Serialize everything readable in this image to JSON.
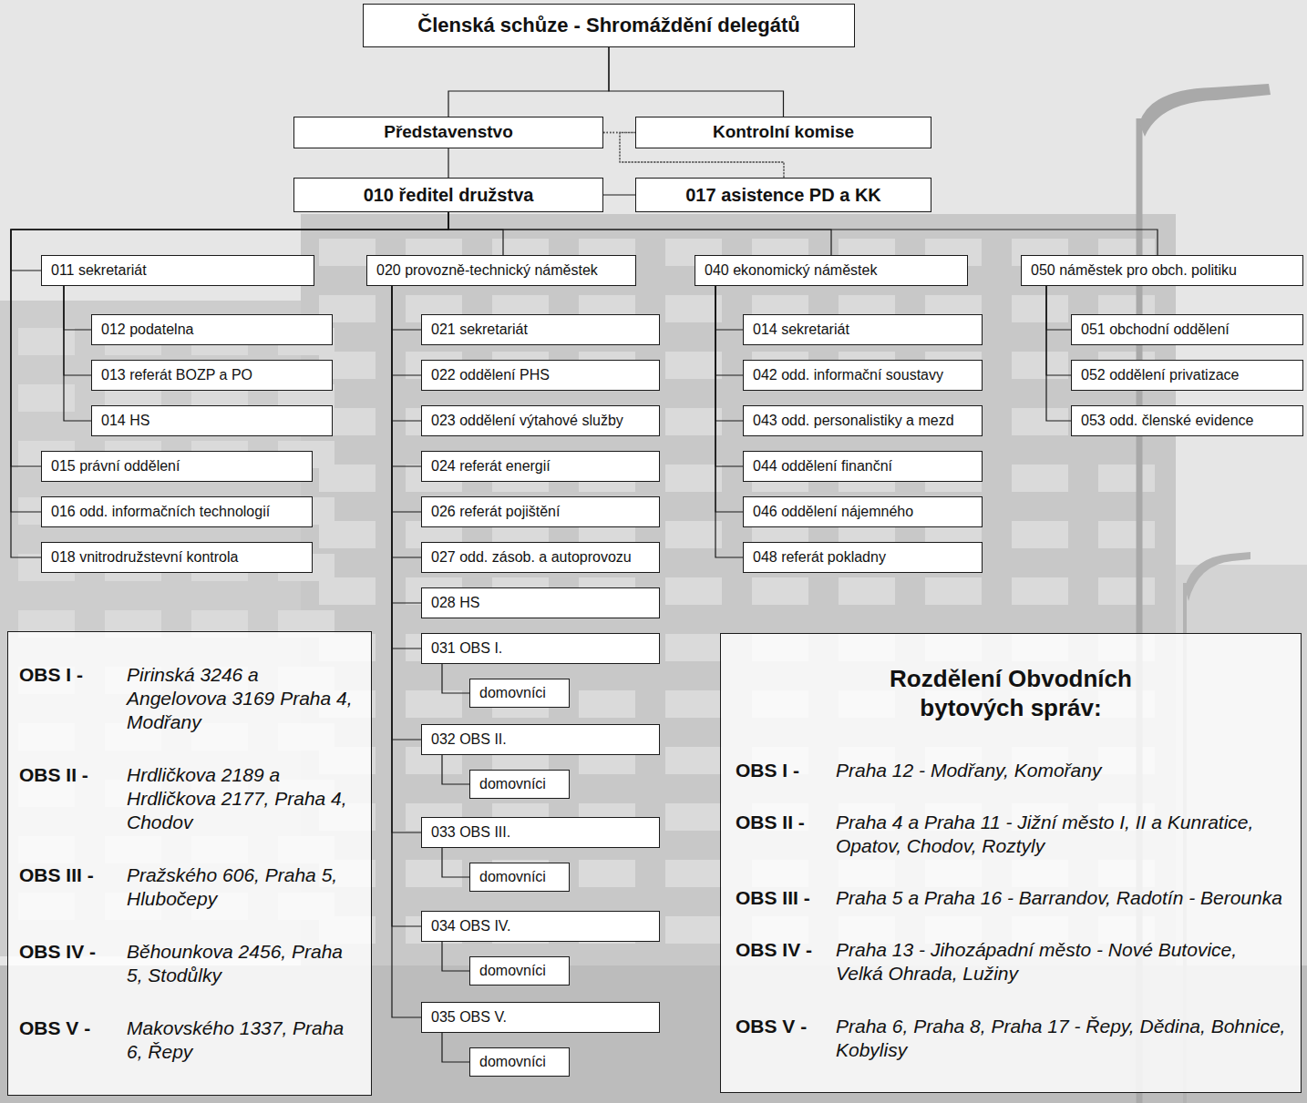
{
  "diagram": {
    "nodes": [
      {
        "text": [
          "Členská schůze - Shromáždění delegátů"
        ]
      },
      {
        "text": [
          "Představenstvo"
        ]
      },
      {
        "text": [
          "Kontrolní komise"
        ]
      },
      {
        "text": [
          "010 ředitel družstva"
        ]
      },
      {
        "text": [
          "017 asistence PD a KK"
        ]
      },
      {
        "text": [
          "011 sekretariát"
        ]
      },
      {
        "text": [
          "020 provozně-technický náměstek"
        ]
      },
      {
        "text": [
          "040 ekonomický náměstek"
        ]
      },
      {
        "text": [
          "050 náměstek pro obch. politiku"
        ]
      },
      {
        "text": [
          "012 podatelna"
        ]
      },
      {
        "text": [
          "013 referát BOZP a PO"
        ]
      },
      {
        "text": [
          "014 HS"
        ]
      },
      {
        "text": [
          "015 právní oddělení"
        ]
      },
      {
        "text": [
          "016 odd. informačních technologií"
        ]
      },
      {
        "text": [
          "018 vnitrodružstevní kontrola"
        ]
      },
      {
        "text": [
          "021 sekretariát"
        ]
      },
      {
        "text": [
          "022 oddělení PHS"
        ]
      },
      {
        "text": [
          "023 oddělení výtahové služby"
        ]
      },
      {
        "text": [
          "024 referát energií"
        ]
      },
      {
        "text": [
          "026 referát pojištění"
        ]
      },
      {
        "text": [
          "027 odd. zásob. a autoprovozu"
        ]
      },
      {
        "text": [
          "028 HS"
        ]
      },
      {
        "text": [
          "031 OBS I."
        ]
      },
      {
        "text": [
          "domovníci"
        ]
      },
      {
        "text": [
          "032 OBS II."
        ]
      },
      {
        "text": [
          "domovníci"
        ]
      },
      {
        "text": [
          "033 OBS III."
        ]
      },
      {
        "text": [
          "domovníci"
        ]
      },
      {
        "text": [
          "034 OBS IV."
        ]
      },
      {
        "text": [
          "domovníci"
        ]
      },
      {
        "text": [
          "035 OBS V."
        ]
      },
      {
        "text": [
          "domovníci"
        ]
      },
      {
        "text": [
          "014 sekretariát"
        ]
      },
      {
        "text": [
          "042 odd. informační soustavy"
        ]
      },
      {
        "text": [
          "043 odd. personalistiky a mezd"
        ]
      },
      {
        "text": [
          "044 oddělení finanční"
        ]
      },
      {
        "text": [
          "046 oddělení nájemného"
        ]
      },
      {
        "text": [
          "048 referát pokladny"
        ]
      },
      {
        "text": [
          "051 obchodní oddělení"
        ]
      },
      {
        "text": [
          "052 oddělení privatizace"
        ]
      },
      {
        "text": [
          "053 odd. členské evidence"
        ]
      },
      {
        "text": [
          "OBS I -",
          "Pirinská 3246 a Angelovova 3169 Praha 4, Modřany",
          "OBS II -",
          "Hrdličkova 2189 a Hrdličkova 2177, Praha 4, Chodov",
          "OBS III -",
          "Pražského 606, Praha 5, Hlubočepy",
          "OBS IV -",
          "Běhounkova 2456, Praha 5, Stodůlky",
          "OBS V -",
          "Makovského 1337, Praha 6, Řepy"
        ]
      },
      {
        "text": [
          "Rozdělení Obvodních bytových správ:",
          "OBS I -",
          "Praha 12 - Modřany, Komořany",
          "OBS II -",
          "Praha 4 a Praha 11 - Jižní město I, II a Kunratice, Opatov, Chodov, Roztyly",
          "OBS III -",
          "Praha 5 a Praha 16 - Barrandov, Radotín - Berounka",
          "OBS IV -",
          "Praha 13 - Jihozápadní město - Nové Butovice, Velká Ohrada, Lužiny",
          "OBS V -",
          "Praha 6, Praha 8, Praha 17 - Řepy, Dědina, Bohnice, Kobylisy"
        ]
      }
    ],
    "edges": [
      {
        "from": 0,
        "to": 1,
        "arrow": "none"
      },
      {
        "from": 0,
        "to": 2,
        "arrow": "none"
      },
      {
        "from": 1,
        "to": 2,
        "arrow": "none"
      },
      {
        "from": 1,
        "to": 4,
        "arrow": "none"
      },
      {
        "from": 2,
        "to": 4,
        "arrow": "none"
      },
      {
        "from": 1,
        "to": 3,
        "arrow": "none"
      },
      {
        "from": 3,
        "to": 4,
        "arrow": "none"
      },
      {
        "from": 3,
        "to": 5,
        "arrow": "none"
      },
      {
        "from": 3,
        "to": 12,
        "arrow": "none"
      },
      {
        "from": 3,
        "to": 13,
        "arrow": "none"
      },
      {
        "from": 3,
        "to": 14,
        "arrow": "none"
      },
      {
        "from": 3,
        "to": 6,
        "arrow": "none"
      },
      {
        "from": 3,
        "to": 7,
        "arrow": "none"
      },
      {
        "from": 3,
        "to": 8,
        "arrow": "none"
      },
      {
        "from": 5,
        "to": 9,
        "arrow": "none"
      },
      {
        "from": 5,
        "to": 10,
        "arrow": "none"
      },
      {
        "from": 5,
        "to": 11,
        "arrow": "none"
      },
      {
        "from": 6,
        "to": 15,
        "arrow": "none"
      },
      {
        "from": 6,
        "to": 16,
        "arrow": "none"
      },
      {
        "from": 6,
        "to": 17,
        "arrow": "none"
      },
      {
        "from": 6,
        "to": 18,
        "arrow": "none"
      },
      {
        "from": 6,
        "to": 19,
        "arrow": "none"
      },
      {
        "from": 6,
        "to": 20,
        "arrow": "none"
      },
      {
        "from": 6,
        "to": 21,
        "arrow": "none"
      },
      {
        "from": 6,
        "to": 22,
        "arrow": "none"
      },
      {
        "from": 6,
        "to": 24,
        "arrow": "none"
      },
      {
        "from": 6,
        "to": 26,
        "arrow": "none"
      },
      {
        "from": 6,
        "to": 28,
        "arrow": "none"
      },
      {
        "from": 6,
        "to": 30,
        "arrow": "none"
      },
      {
        "from": 22,
        "to": 23,
        "arrow": "none"
      },
      {
        "from": 24,
        "to": 25,
        "arrow": "none"
      },
      {
        "from": 26,
        "to": 27,
        "arrow": "none"
      },
      {
        "from": 28,
        "to": 29,
        "arrow": "none"
      },
      {
        "from": 30,
        "to": 31,
        "arrow": "none"
      },
      {
        "from": 7,
        "to": 32,
        "arrow": "none"
      },
      {
        "from": 7,
        "to": 33,
        "arrow": "none"
      },
      {
        "from": 7,
        "to": 34,
        "arrow": "none"
      },
      {
        "from": 7,
        "to": 35,
        "arrow": "none"
      },
      {
        "from": 7,
        "to": 36,
        "arrow": "none"
      },
      {
        "from": 7,
        "to": 37,
        "arrow": "none"
      },
      {
        "from": 8,
        "to": 38,
        "arrow": "none"
      },
      {
        "from": 8,
        "to": 39,
        "arrow": "none"
      },
      {
        "from": 8,
        "to": 40,
        "arrow": "none"
      }
    ]
  }
}
